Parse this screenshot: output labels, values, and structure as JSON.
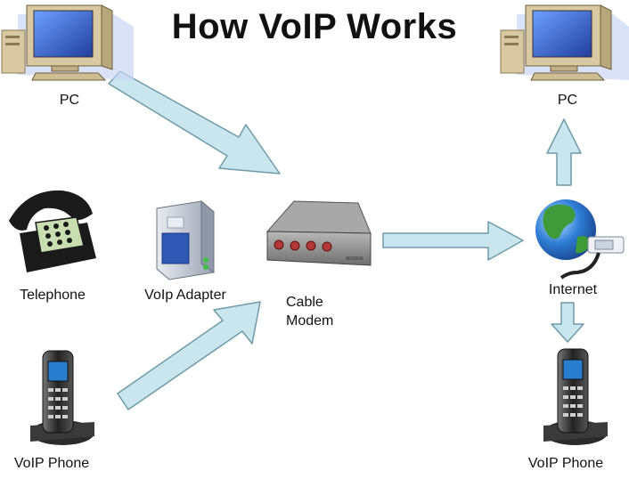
{
  "title": "How VoIP Works",
  "nodes": {
    "pc_left": {
      "label": "PC",
      "icon": "desktop-computer-icon"
    },
    "pc_right": {
      "label": "PC",
      "icon": "desktop-computer-icon"
    },
    "telephone": {
      "label": "Telephone",
      "icon": "telephone-icon"
    },
    "voip_adapter": {
      "label": "VoIp Adapter",
      "icon": "voip-adapter-icon"
    },
    "cable_modem": {
      "label_line1": "Cable",
      "label_line2": "Modem",
      "device_text": "MODEM",
      "icon": "cable-modem-icon"
    },
    "internet": {
      "label": "Internet",
      "icon": "globe-network-icon"
    },
    "voip_phone_left": {
      "label": "VoIP Phone",
      "icon": "cordless-phone-icon"
    },
    "voip_phone_right": {
      "label": "VoIP Phone",
      "icon": "cordless-phone-icon"
    }
  },
  "edges": [
    {
      "from": "pc_left",
      "to": "cable_modem"
    },
    {
      "from": "voip_phone_left",
      "to": "cable_modem"
    },
    {
      "from": "cable_modem",
      "to": "internet"
    },
    {
      "from": "internet",
      "to": "pc_right"
    },
    {
      "from": "internet",
      "to": "voip_phone_right"
    }
  ],
  "colors": {
    "arrow_fill": "#c9e5ee",
    "arrow_stroke": "#6f9aa8",
    "monitor_frame": "#d9c9a3",
    "monitor_screen": "#3a63c7",
    "modem_body": "#8c8c8c",
    "modem_led": "#b43838",
    "globe_ocean": "#2f7ed6",
    "globe_land": "#3f9b3a",
    "phone_body": "#2b2b2b",
    "telephone_body": "#1a1a1a",
    "telephone_keys": "#c8ddb0",
    "adapter_body": "#c7ccd6",
    "adapter_panel": "#2f58b5"
  }
}
